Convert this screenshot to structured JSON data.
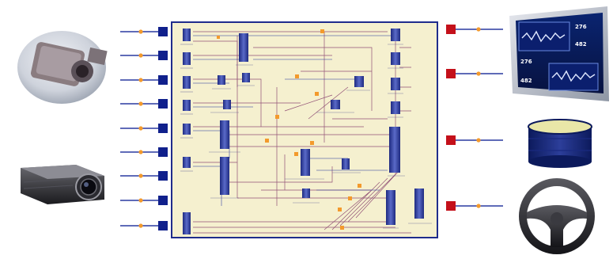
{
  "monitor": {
    "readout_top": [
      "276",
      "482"
    ],
    "readout_bottom": [
      "276",
      "482"
    ]
  },
  "colors": {
    "port_in": "#10208c",
    "port_out": "#c4101a",
    "wire": "#2a3aa0",
    "joint": "#f39a2c",
    "panel": "#f5f0cf",
    "panel_border": "#1f2c8c",
    "block": "#3646a8"
  },
  "icons": [
    "camera-head-icon",
    "industrial-camera-icon",
    "lcd-monitor-icon",
    "storage-disk-icon",
    "steering-wheel-icon"
  ]
}
